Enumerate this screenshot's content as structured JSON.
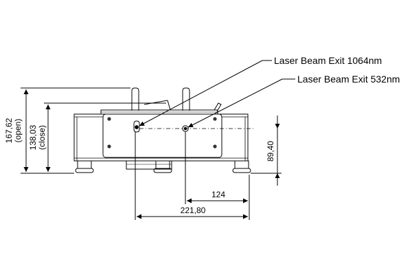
{
  "callouts": {
    "exit_1064": "Laser Beam Exit 1064nm",
    "exit_532": "Laser Beam Exit 532nm"
  },
  "dimensions": {
    "height_open_value": "167,62",
    "height_open_note": "(open)",
    "height_close_value": "138,03",
    "height_close_note": "(close)",
    "beam_height": "89,40",
    "beam_spacing": "124",
    "overall_width": "221,80"
  }
}
